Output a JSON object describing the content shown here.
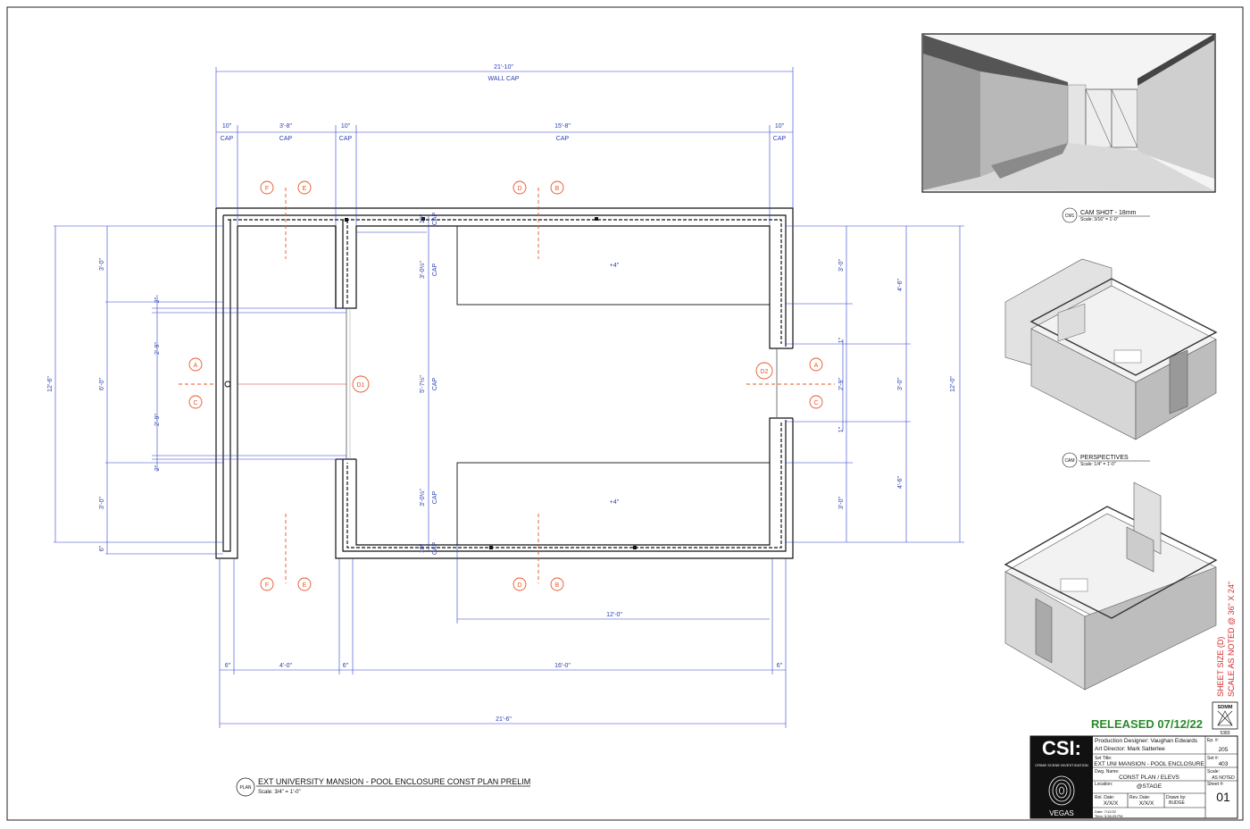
{
  "plan": {
    "title": "EXT UNIVERSITY MANSION - POOL ENCLOSURE CONST PLAN PRELIM",
    "scale": "Scale: 3/4\" = 1'-0\"",
    "tag": "PLAN",
    "top_overall": "21'-10\"",
    "top_overall_label": "WALL CAP",
    "top_segments": [
      "10\"",
      "3'-8\"",
      "10\"",
      "15'-8\"",
      "10\""
    ],
    "cap": "CAP",
    "bottom_segments": [
      "6\"",
      "4'-0\"",
      "6\"",
      "16'-0\"",
      "6\""
    ],
    "bottom_overall": "21'-6\"",
    "bottom_inner": "12'-0\"",
    "left_overall": "12'-6\"",
    "left_segments": [
      "3'-0\"",
      "6'-0\"",
      "3'-0\"",
      "6\""
    ],
    "left_small": [
      "2\"",
      "2'-9\"",
      "2'-9\"",
      "2\""
    ],
    "right_overall": "12'-0\"",
    "right_segments": [
      "4'-6\"",
      "3'-0\"",
      "4'-6\""
    ],
    "right_inner": [
      "3'-0\"",
      "3'-0\""
    ],
    "right_small": [
      "1\"",
      "2'-9\"",
      "1\""
    ],
    "center_vertical": [
      "10\"",
      "3'-0½\"",
      "5'-7½\"",
      "3'-0½\"",
      "10\""
    ],
    "bench_label": "+4\"",
    "doors": [
      "D1",
      "D2"
    ],
    "callouts": [
      "A",
      "B",
      "C",
      "D",
      "E",
      "F"
    ]
  },
  "cam_shot": {
    "tag": "CM1",
    "title": "CAM SHOT - 18mm",
    "scale": "Scale: 3/16\" = 1'-0\""
  },
  "perspectives": {
    "tag": "CAM",
    "title": "PERSPECTIVES",
    "scale": "Scale: 1/4\" = 1'-0\""
  },
  "side_note": {
    "line1": "SHEET SIZE (D)",
    "line2": "SCALE AS NOTED @ 36\" X 24\""
  },
  "stamp": {
    "label": "SDMM",
    "number": "5383"
  },
  "released": "RELEASED 07/12/22",
  "title_block": {
    "logo": "CSI:",
    "logo_sub": "CRIME SCENE INVESTIGATION",
    "logo_city": "VEGAS",
    "production_designer": "Production Designer: Vaughan Edwards",
    "art_director": "Art Director: Mark Satterlee",
    "ep_label": "Ep. #:",
    "ep": "205",
    "set_title_label": "Set Title:",
    "set_title": "EXT UNI MANSION - POOL ENCLOSURE",
    "set_label": "Set #:",
    "set": "403",
    "dwg_name_label": "Dwg. Name:",
    "dwg_name": "CONST PLAN / ELEVS",
    "scale_label": "Scale:",
    "scale": "AS NOTED",
    "location_label": "Location:",
    "location": "@STAGE",
    "sheet_label": "Sheet #:",
    "sheet": "01",
    "rel_date_label": "Rel. Date:",
    "rel_date": "X/X/X",
    "rev_date_label": "Rev. Date:",
    "rev_date": "X/X/X",
    "drawn_by_label": "Drawn by:",
    "drawn_by": "BUDGE",
    "date": "Date: 7/12/22",
    "time": "Time: 5:36:25 PM"
  }
}
